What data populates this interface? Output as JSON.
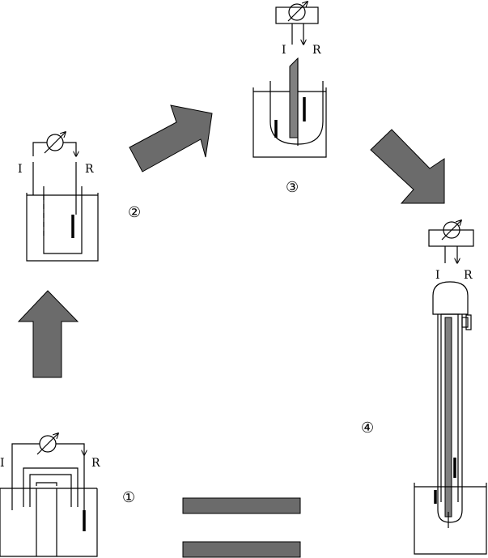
{
  "colors": {
    "arrow_fill": "#6b6b6b",
    "line": "#000000",
    "background": "#ffffff"
  },
  "stages": [
    {
      "number": "①",
      "label_left": "I",
      "label_right": "R"
    },
    {
      "number": "②",
      "label_left": "I",
      "label_right": "R"
    },
    {
      "number": "③",
      "label_left": "I",
      "label_right": "R"
    },
    {
      "number": "④",
      "label_left": "I",
      "label_right": "R"
    }
  ],
  "icons": [
    "galvanometer-icon",
    "equals-sign-icon",
    "flow-arrow-icon"
  ]
}
